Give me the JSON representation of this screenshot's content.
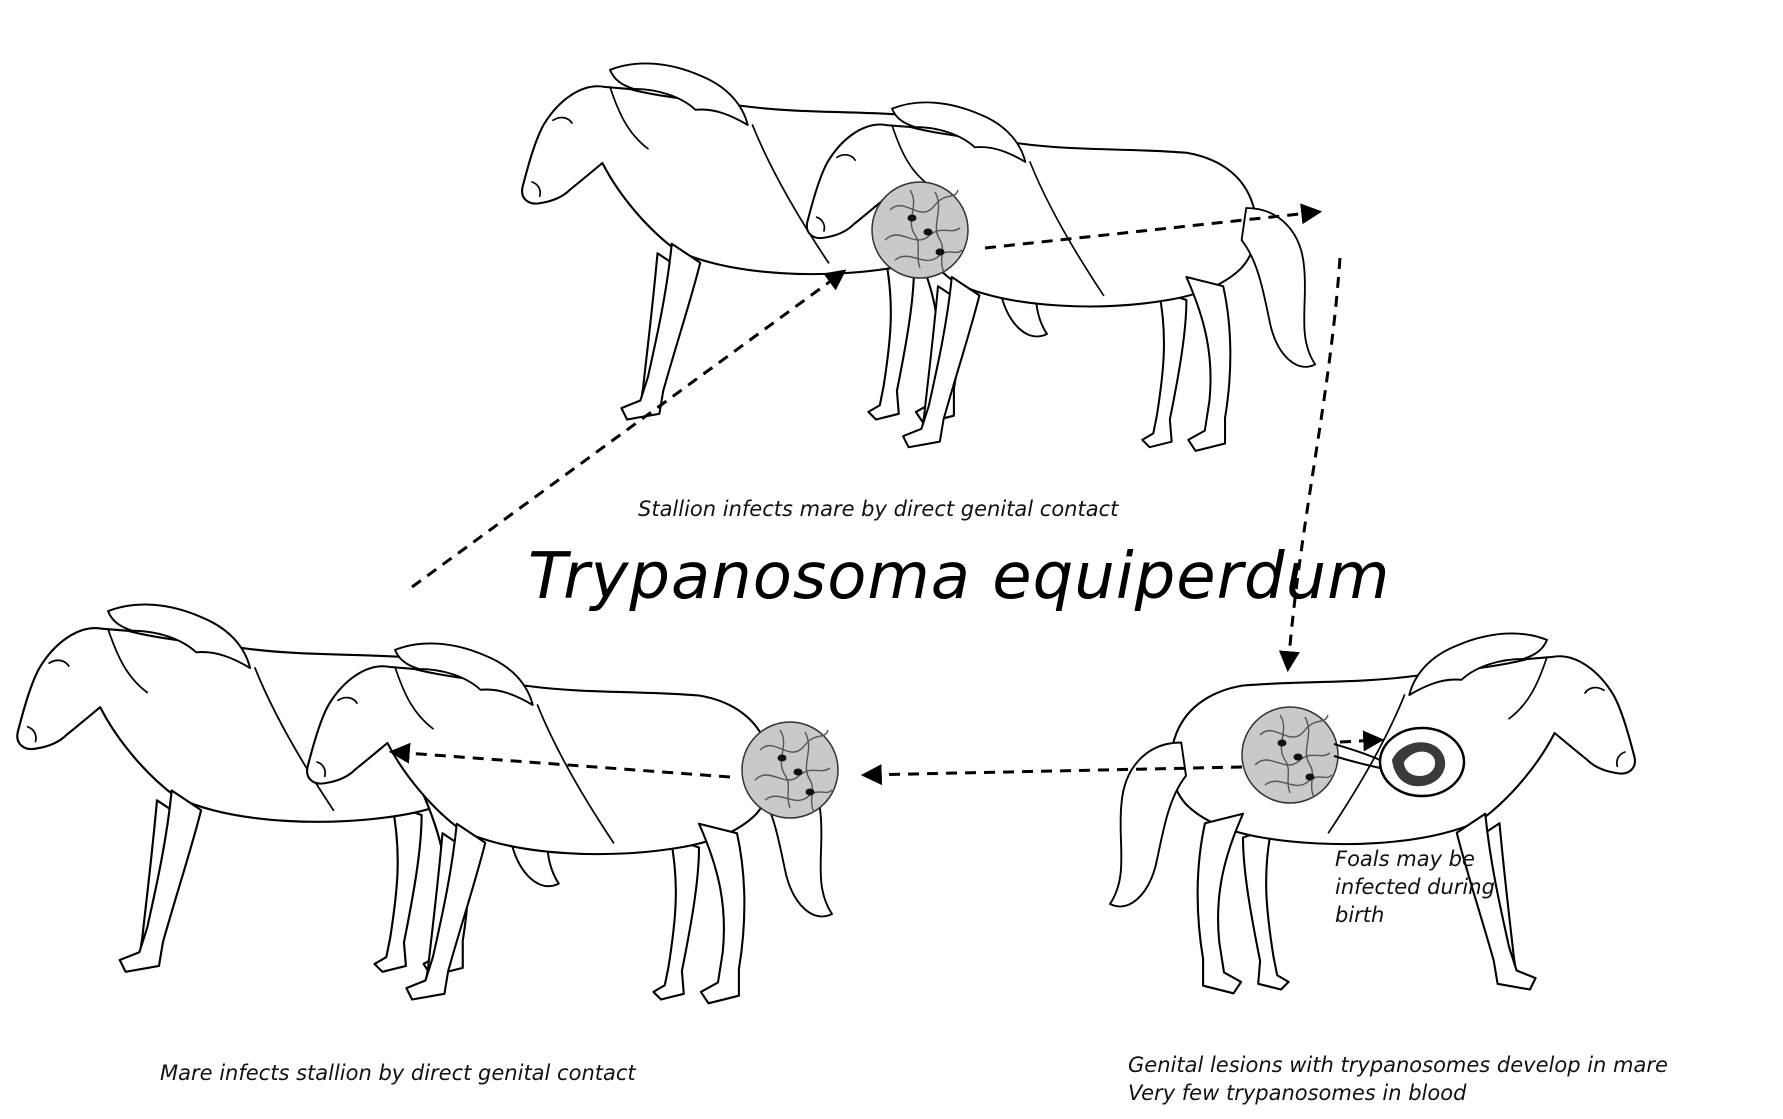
{
  "title": "Trypanosoma equiperdum",
  "captions": {
    "stallion_infects_mare": "Stallion infects mare by direct genital contact",
    "mare_infects_stallion": "Mare infects stallion by direct genital contact",
    "lesions_line1": "Genital lesions with trypanosomes develop in mare",
    "lesions_line2": "Very few trypanosomes in blood",
    "foals_line1": "Foals may be",
    "foals_line2": "infected during",
    "foals_line3": "birth"
  },
  "colors": {
    "line": "#000000",
    "lesion_fill": "#c9c9c9",
    "background": "#ffffff"
  },
  "stages": [
    {
      "name": "mating-top",
      "icons": [
        "stallion-outline",
        "mare-outline",
        "lesion-circle"
      ]
    },
    {
      "name": "infected-mare-right",
      "icons": [
        "mare-outline",
        "lesion-circle",
        "foal-embryo"
      ]
    },
    {
      "name": "mating-left",
      "icons": [
        "stallion-outline",
        "mare-outline",
        "lesion-circle"
      ]
    }
  ]
}
